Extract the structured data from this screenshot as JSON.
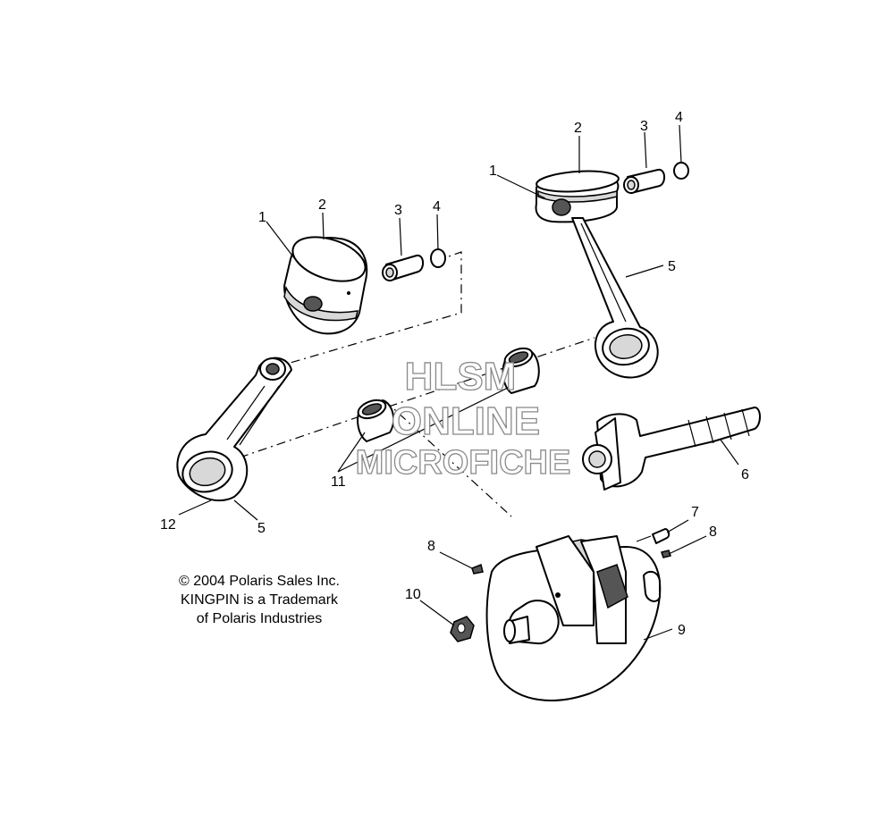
{
  "watermark": {
    "line1": "HLSM",
    "line2": "ONLINE",
    "line3": "MICROFICHE"
  },
  "copyright": {
    "line1": "© 2004 Polaris Sales Inc.",
    "line2": "KINGPIN is a Trademark",
    "line3": "of Polaris Industries"
  },
  "callouts": {
    "left_1": "1",
    "left_2": "2",
    "left_3": "3",
    "left_4": "4",
    "right_1": "1",
    "right_2": "2",
    "right_3": "3",
    "right_4": "4",
    "right_5": "5",
    "left_5": "5",
    "c6": "6",
    "c7": "7",
    "c8_right": "8",
    "c8_left": "8",
    "c9": "9",
    "c10": "10",
    "c11": "11",
    "c12": "12"
  }
}
